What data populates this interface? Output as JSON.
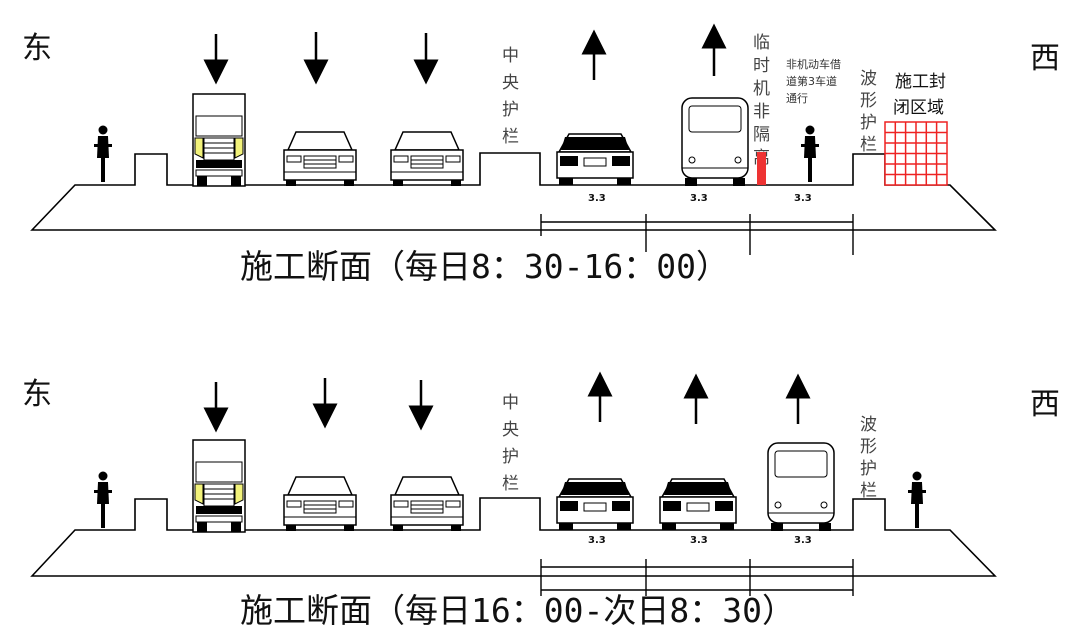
{
  "colors": {
    "line": "#000000",
    "temporary_barrier": "#ee3333",
    "closed_zone": "#ee2222",
    "truck_cab_highlight": "#f2f27a"
  },
  "icons": [
    "arrow-down-icon",
    "arrow-up-icon",
    "cyclist-icon",
    "truck-icon",
    "car-front-icon",
    "car-rear-icon",
    "bus-icon",
    "grid-block-icon"
  ],
  "sections": [
    {
      "east": "东",
      "west": "西",
      "title": "施工断面（每日8：30-16：00）",
      "median": [
        "中",
        "央",
        "护",
        "栏"
      ],
      "wave_rail": [
        "波",
        "形",
        "护",
        "栏"
      ],
      "temp_barrier": [
        "临",
        "时",
        "机",
        "非",
        "隔",
        "离"
      ],
      "bike_note": [
        "非机动车借",
        "道第3车道",
        "通行"
      ],
      "closed_zone": [
        "施工封",
        "闭区域"
      ],
      "lane_widths": [
        "3.3",
        "3.3",
        "3.3"
      ]
    },
    {
      "east": "东",
      "west": "西",
      "title": "施工断面（每日16：00-次日8：30）",
      "median": [
        "中",
        "央",
        "护",
        "栏"
      ],
      "wave_rail": [
        "波",
        "形",
        "护",
        "栏"
      ],
      "lane_widths": [
        "3.3",
        "3.3",
        "3.3"
      ]
    }
  ]
}
